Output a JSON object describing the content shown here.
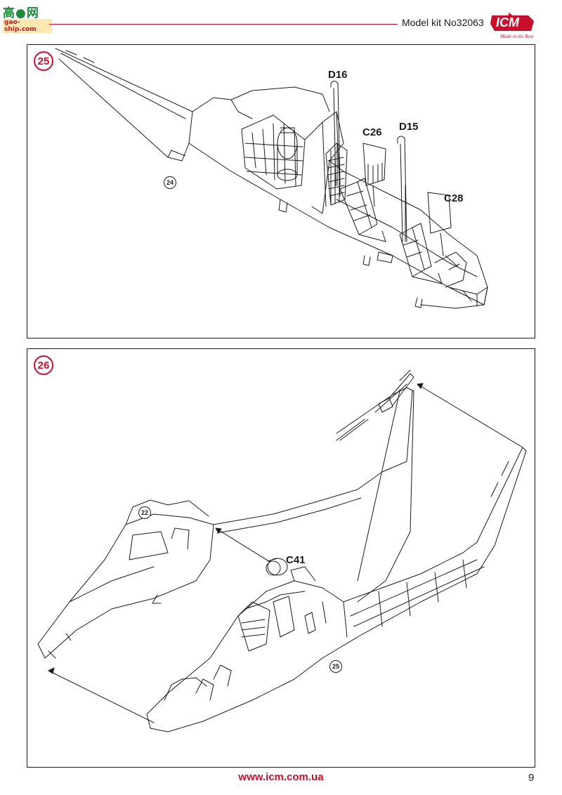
{
  "header": {
    "watermark_main": "高●网",
    "watermark_sub": "gao-ship.com",
    "model_kit": "Model kit No32063",
    "brand": "ICM",
    "brand_slogan": "Made in the Best"
  },
  "step_25": {
    "number": "25",
    "labels": {
      "d16": "D16",
      "c26": "C26",
      "d15": "D15",
      "c28": "C28"
    },
    "ref": "24"
  },
  "step_26": {
    "number": "26",
    "labels": {
      "c41": "C41"
    },
    "ref_top": "22",
    "ref_bottom": "25"
  },
  "footer": {
    "website": "www.icm.com.ua",
    "page": "9"
  },
  "colors": {
    "accent": "#c8102e",
    "line": "#1a1a1a",
    "watermark_green": "#1d8a3c"
  }
}
